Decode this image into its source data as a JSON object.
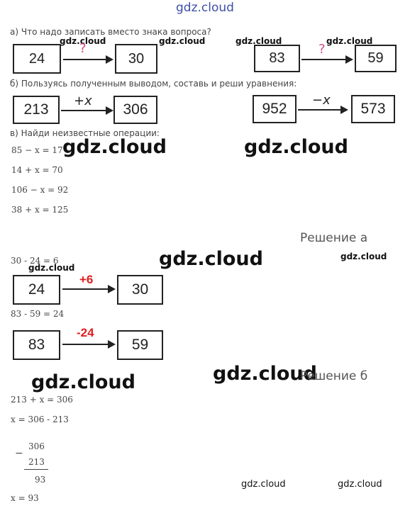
{
  "watermark": {
    "text": "gdz.cloud"
  },
  "part_a": {
    "question": "а) Что надо записать вместо знака вопроса?",
    "left": {
      "from": "24",
      "to": "30",
      "op": "?"
    },
    "right": {
      "from": "83",
      "to": "59",
      "op": "?"
    }
  },
  "part_b": {
    "question": "б) Пользуясь полученным выводом, составь и реши уравнения:",
    "left": {
      "from": "213",
      "to": "306",
      "op": "+x"
    },
    "right": {
      "from": "952",
      "to": "573",
      "op": "−x"
    }
  },
  "part_c": {
    "question": "в) Найди неизвестные операции:",
    "equations": [
      "85 − x = 17",
      "14 + x = 70",
      "106 − x = 92",
      "38 + x = 125"
    ]
  },
  "solution_a": {
    "heading": "Решение а",
    "eq1": "30 - 24 = 6",
    "diagram1": {
      "from": "24",
      "to": "30",
      "op": "+6"
    },
    "eq2": "83 - 59 = 24",
    "diagram2": {
      "from": "83",
      "to": "59",
      "op": "-24"
    }
  },
  "solution_b": {
    "heading": "Решение б",
    "eq1": "213 + x = 306",
    "eq2": "x = 306 - 213",
    "column": {
      "sign": "−",
      "top": "306",
      "bottom": "213",
      "result": "93"
    },
    "answer": "x = 93"
  }
}
